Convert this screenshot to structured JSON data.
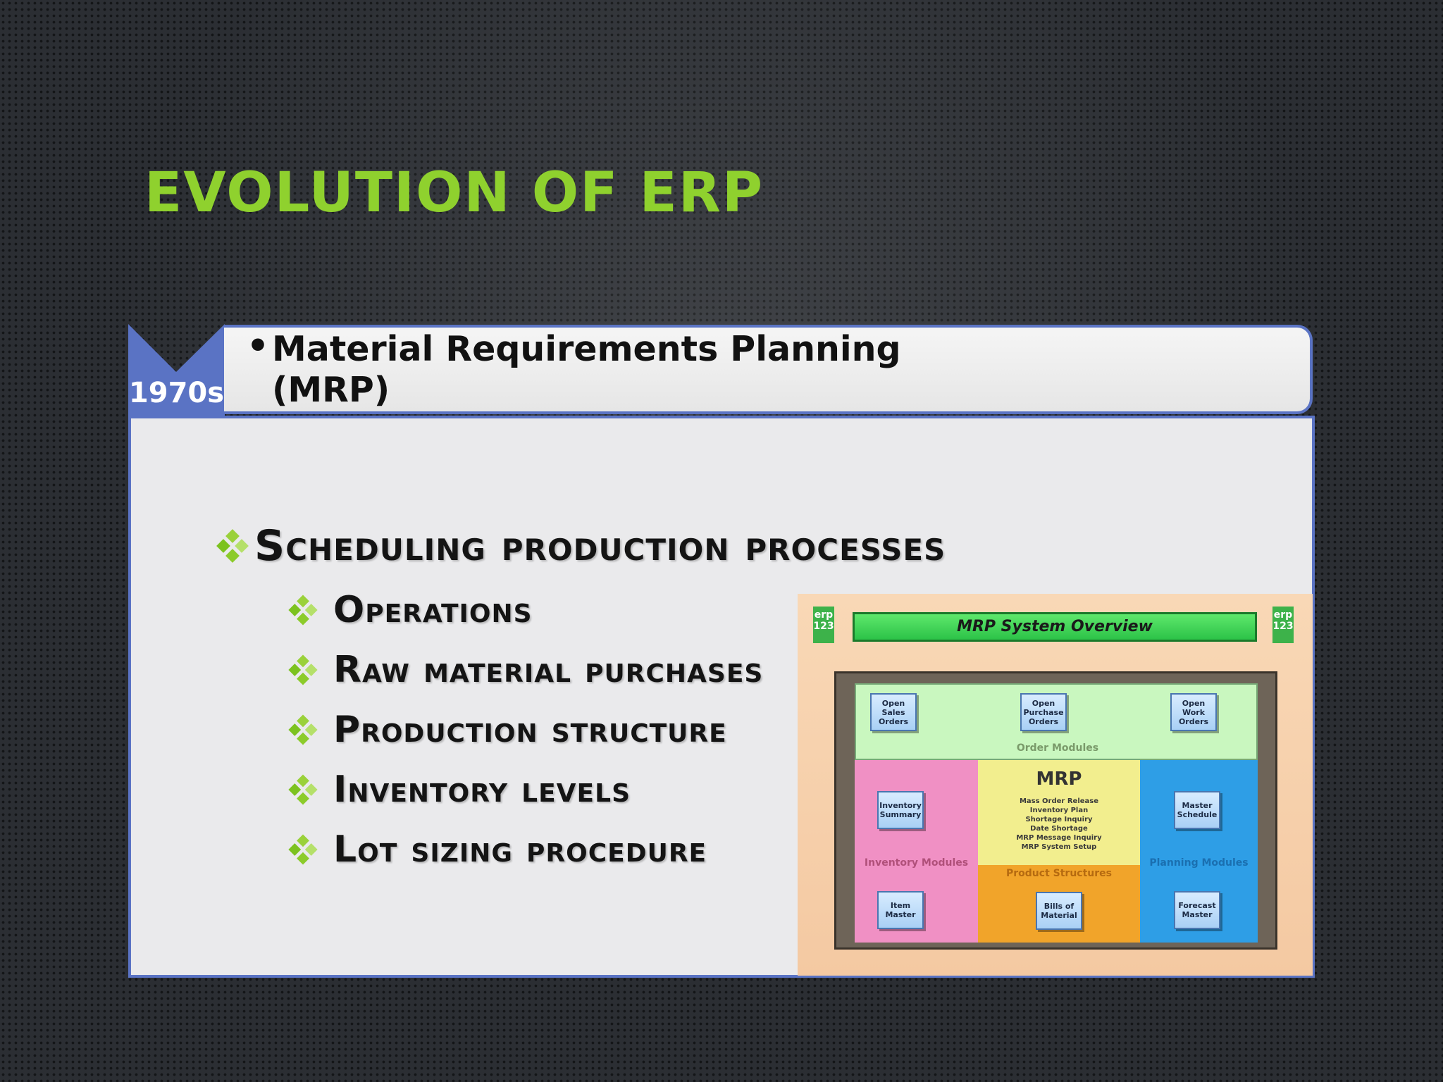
{
  "slide": {
    "title": "EVOLUTION OF ERP"
  },
  "timeline": {
    "period": "1970s",
    "bullet": "•",
    "heading": "Material Requirements Planning (MRP)"
  },
  "content": {
    "main_bullet": "Scheduling production processes",
    "sub_bullets": [
      "Operations",
      "Raw material purchases",
      "Production structure",
      "Inventory levels",
      "Lot sizing procedure"
    ]
  },
  "mrp_overview": {
    "logo_text": "erp 123",
    "banner": "MRP System Overview",
    "order_modules": {
      "label": "Order Modules",
      "boxes": [
        "Open Sales Orders",
        "Open Purchase Orders",
        "Open Work Orders"
      ]
    },
    "inventory_modules": {
      "label": "Inventory Modules",
      "boxes": [
        "Inventory Summary",
        "Item Master"
      ]
    },
    "mrp_core": {
      "title": "MRP",
      "functions": [
        "Mass Order Release",
        "Inventory Plan",
        "Shortage Inquiry",
        "Date Shortage",
        "MRP Message Inquiry",
        "MRP System Setup"
      ]
    },
    "product_structures": {
      "label": "Product Structures",
      "boxes": [
        "Bills of Material"
      ]
    },
    "planning_modules": {
      "label": "Planning Modules",
      "boxes": [
        "Master Schedule",
        "Forecast Master"
      ]
    }
  },
  "colors": {
    "title": "#8fd12e",
    "chevron": "#5a73c4",
    "panel_border": "#5a73c4",
    "bullet_diamond": "#8ccb2b"
  }
}
